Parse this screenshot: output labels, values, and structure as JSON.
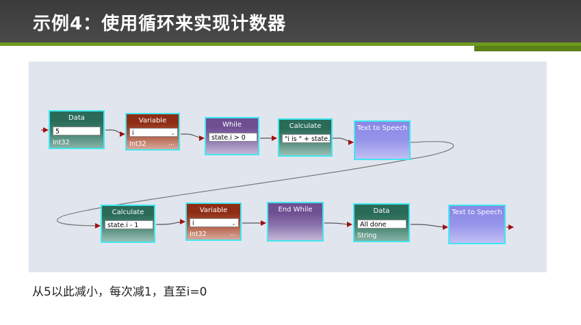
{
  "header": {
    "title": "示例4：使用循环来实现计数器"
  },
  "nodes": {
    "data1": {
      "title": "Data",
      "value": "5",
      "type": "Int32"
    },
    "var1": {
      "title": "Variable",
      "value": "i",
      "type": "Int32",
      "more": "..."
    },
    "while1": {
      "title": "While",
      "value": "state.i > 0"
    },
    "calc1": {
      "title": "Calculate",
      "value": "\"i is \" + state.i"
    },
    "tts1": {
      "title": "Text to Speech"
    },
    "calc2": {
      "title": "Calculate",
      "value": "state.i - 1"
    },
    "var2": {
      "title": "Variable",
      "value": "i",
      "type": "Int32",
      "more": "..."
    },
    "endwhile": {
      "title": "End While"
    },
    "data2": {
      "title": "Data",
      "value": "All done",
      "type": "String"
    },
    "tts2": {
      "title": "Text to Speech"
    }
  },
  "caption": "从5以此减小，每次减1，直至i=0"
}
